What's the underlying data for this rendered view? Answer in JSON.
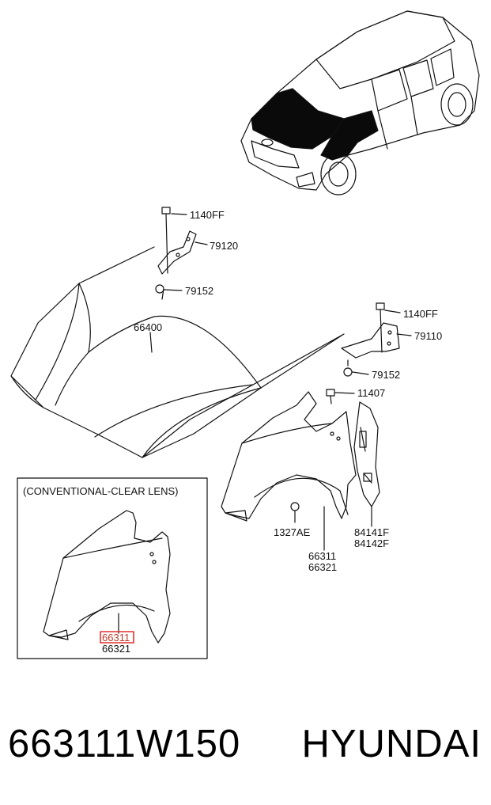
{
  "diagram": {
    "labels": {
      "bolt_top_left": "1140FF",
      "hinge_left": "79120",
      "nut_left": "79152",
      "hood": "66400",
      "bolt_top_right": "1140FF",
      "hinge_right": "79110",
      "nut_right": "79152",
      "bolt_fender": "11407",
      "clip": "1327AE",
      "fender_lh": "66311",
      "fender_rh": "66321",
      "seal_lh": "84141F",
      "seal_rh": "84142F"
    },
    "inset": {
      "title": "(CONVENTIONAL-CLEAR LENS)",
      "part_highlighted": "66311",
      "part_other": "66321",
      "highlight_color": "#e0312f"
    }
  },
  "footer": {
    "part_number": "663111W150",
    "brand": "HYUNDAI"
  }
}
